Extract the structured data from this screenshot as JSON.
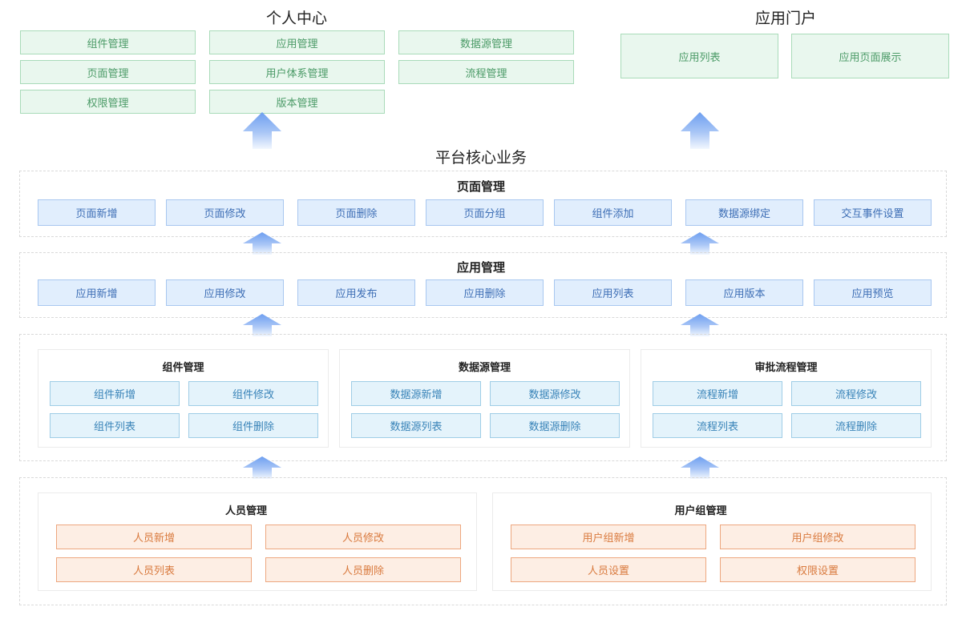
{
  "personal_center": {
    "title": "个人中心",
    "items": [
      "组件管理",
      "应用管理",
      "数据源管理",
      "页面管理",
      "用户体系管理",
      "流程管理",
      "权限管理",
      "版本管理"
    ]
  },
  "app_portal": {
    "title": "应用门户",
    "items": [
      "应用列表",
      "应用页面展示"
    ]
  },
  "core": {
    "title": "平台核心业务"
  },
  "page_mgmt": {
    "title": "页面管理",
    "items": [
      "页面新增",
      "页面修改",
      "页面删除",
      "页面分组",
      "组件添加",
      "数据源绑定",
      "交互事件设置"
    ]
  },
  "app_mgmt": {
    "title": "应用管理",
    "items": [
      "应用新增",
      "应用修改",
      "应用发布",
      "应用删除",
      "应用列表",
      "应用版本",
      "应用预览"
    ]
  },
  "groups": [
    {
      "title": "组件管理",
      "items": [
        "组件新增",
        "组件修改",
        "组件列表",
        "组件删除"
      ]
    },
    {
      "title": "数据源管理",
      "items": [
        "数据源新增",
        "数据源修改",
        "数据源列表",
        "数据源删除"
      ]
    },
    {
      "title": "审批流程管理",
      "items": [
        "流程新增",
        "流程修改",
        "流程列表",
        "流程删除"
      ]
    }
  ],
  "people": [
    {
      "title": "人员管理",
      "items": [
        "人员新增",
        "人员修改",
        "人员列表",
        "人员删除"
      ]
    },
    {
      "title": "用户组管理",
      "items": [
        "用户组新增",
        "用户组修改",
        "人员设置",
        "权限设置"
      ]
    }
  ],
  "colors": {
    "green": "#4a9a66",
    "blue": "#3d6eb5",
    "cyan": "#3883b8",
    "orange": "#d97a3e",
    "arrow": "#7aa6ef"
  }
}
